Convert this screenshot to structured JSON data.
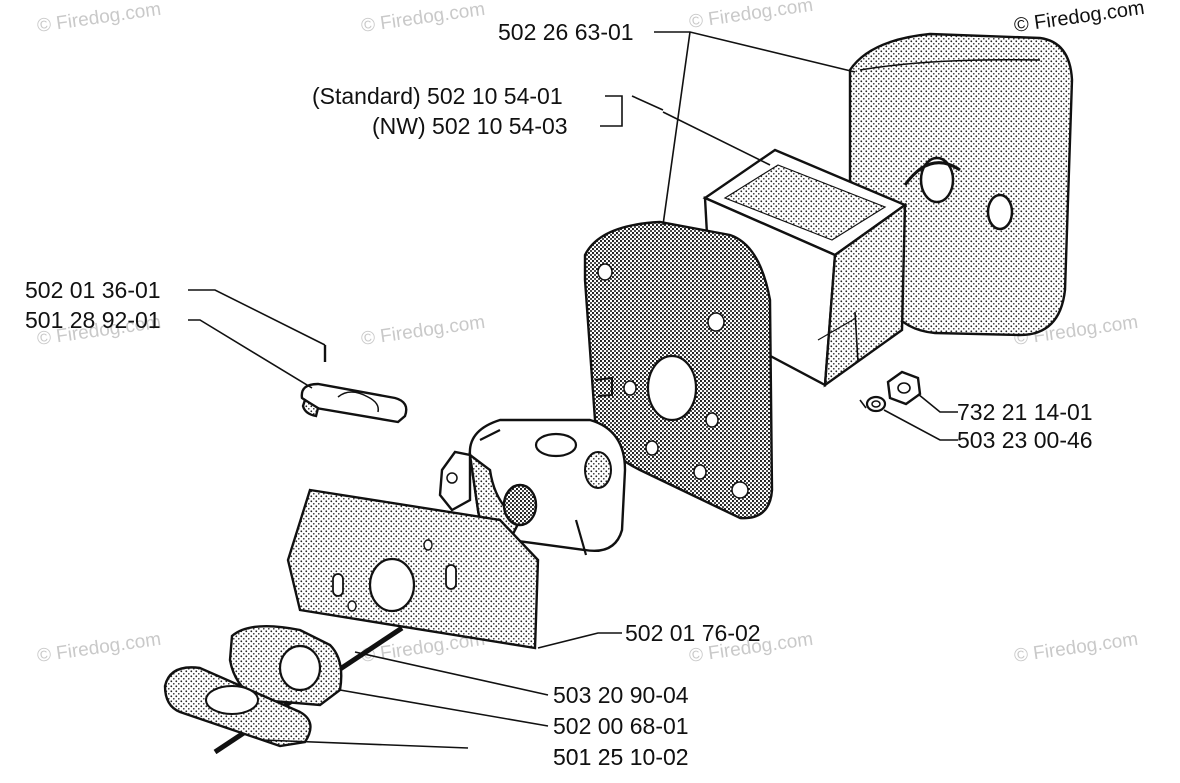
{
  "watermark": {
    "text": "© Firedog.com"
  },
  "part_labels": [
    "502 26 63-01",
    "(Standard) 502 10 54-01",
    "(NW) 502 10 54-03",
    "502 01 36-01",
    "501 28 92-01",
    "732 21 14-01",
    "503 23 00-46",
    "502 01 76-02",
    "503 20 90-04",
    "502 00 68-01",
    "501 25 10-02"
  ]
}
